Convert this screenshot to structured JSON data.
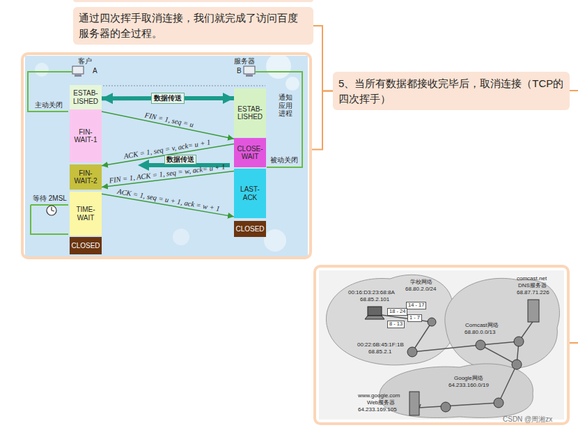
{
  "diagram": {
    "nodes": [
      {
        "text": [
          "通过四次挥手取消连接，我们就完成了访问百度服务器的全过程。"
        ]
      },
      {
        "text": [
          "5、当所有数据都接收完毕后，取消连接（TCP的四次挥手）"
        ]
      },
      {
        "text": [
          "客户",
          "服务器"
        ]
      },
      {
        "text": [
          "ESTAB- LISHED"
        ],
        "in": 2
      },
      {
        "text": [
          "FIN- WAIT-1"
        ],
        "in": 2
      },
      {
        "text": [
          "FIN- WAIT-2"
        ],
        "in": 2
      },
      {
        "text": [
          "TIME- WAIT"
        ],
        "in": 2
      },
      {
        "text": [
          "CLOSED"
        ],
        "in": 2
      },
      {
        "text": [
          "ESTAB- LISHED"
        ],
        "in": 2
      },
      {
        "text": [
          "CLOSE- WAIT"
        ],
        "in": 2
      },
      {
        "text": [
          "LAST- ACK"
        ],
        "in": 2
      },
      {
        "text": [
          "CLOSED"
        ],
        "in": 2
      }
    ],
    "edges": [
      {
        "from": 1,
        "to": 0,
        "arrow": "none"
      },
      {
        "from": 1,
        "to": 2,
        "arrow": "none"
      },
      {
        "from": 3,
        "to": 8,
        "label": "数据传送",
        "arrow": "both"
      },
      {
        "from": 4,
        "to": 9,
        "label": "FIN = 1, seq = u",
        "arrow": "to"
      },
      {
        "from": 9,
        "to": 5,
        "label": "ACK = 1, seq = v, ack= u + 1",
        "arrow": "to"
      },
      {
        "from": 10,
        "to": 5,
        "label": "FIN = 1, ACK = 1, seq = w, ack= u + 1",
        "arrow": "to"
      },
      {
        "from": 6,
        "to": 10,
        "label": "ACK = 1, seq = u + 1, ack = w + 1",
        "arrow": "to"
      }
    ],
    "labels": [
      "A",
      "B",
      "主动关闭",
      "通知应用进程",
      "被动关闭",
      "等待 2MSL",
      "数据传送",
      "00:16:D3:23:68:8A",
      "68.85.2.101",
      "学校网络",
      "68.80.2.0/24",
      "14 - 17",
      "18 - 24",
      "1 - 7",
      "8 - 13",
      "00:22:6B:45:1F:1B",
      "68.85.2.1",
      "comcast.net",
      "DNS服务器",
      "68.87.71.226",
      "Comcast网络",
      "68.80.0.0/13",
      "Google网络",
      "64.233.160.0/19",
      "www.google.com",
      "Web服务器",
      "64.233.169.105",
      "CSDN @周湘zx"
    ]
  }
}
